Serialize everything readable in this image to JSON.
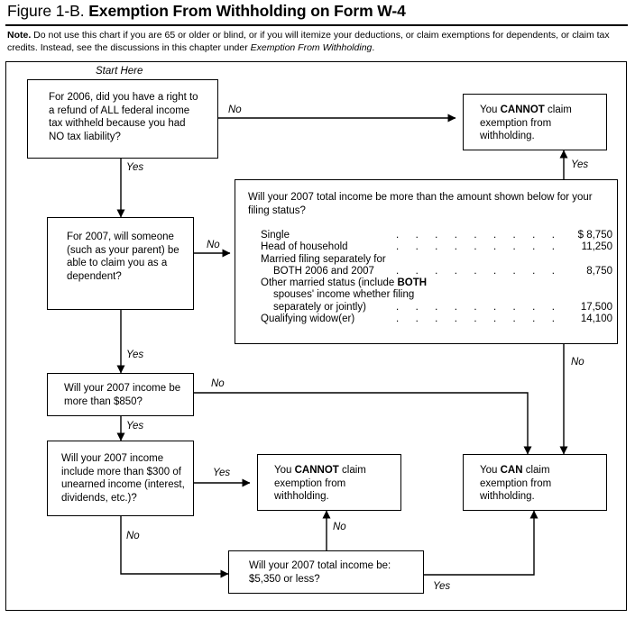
{
  "header": {
    "figure_label": "Figure 1-B.",
    "title": "Exemption From Withholding on Form W-4",
    "note_label": "Note.",
    "note_text_1": " Do not use this chart if you are 65 or older or blind, or if you will itemize your deductions, or claim exemptions for dependents, or claim tax credits. Instead, see the discussions in this chapter under ",
    "note_italic": "Exemption From Withholding",
    "note_text_2": "."
  },
  "flowchart": {
    "start_label": "Start Here",
    "boxes": {
      "q1": {
        "id": "q1",
        "text": "For 2006, did you have a right to a refund of ALL federal income tax withheld because you had NO tax liability?"
      },
      "q2": {
        "id": "q2",
        "text": "For 2007, will someone (such as your parent) be able to claim you as a dependent?"
      },
      "q3": {
        "id": "q3",
        "text": "Will your 2007 income be more than $850?"
      },
      "q4": {
        "id": "q4",
        "text": "Will your 2007 income include more than $300 of unearned income (interest, dividends, etc.)?"
      },
      "q5": {
        "id": "q5",
        "line1": "Will your 2007 total income be:",
        "line2": "$5,350 or less?"
      },
      "income_table": {
        "question": "Will your 2007 total income be more than the amount shown below for your filing status?",
        "rows": [
          {
            "label": "Single",
            "indent": false,
            "dots": true,
            "amount": "$ 8,750"
          },
          {
            "label": "Head of household",
            "indent": false,
            "dots": true,
            "amount": "11,250"
          },
          {
            "label": "Married filing separately for",
            "indent": false,
            "dots": false,
            "amount": ""
          },
          {
            "label": "BOTH 2006 and 2007",
            "indent": true,
            "dots": true,
            "amount": "8,750"
          },
          {
            "label": "Other married status (include BOTH",
            "indent": false,
            "dots": false,
            "amount": "",
            "bold_tail": "BOTH"
          },
          {
            "label": "spouses' income whether filing",
            "indent": true,
            "dots": false,
            "amount": ""
          },
          {
            "label": "separately or jointly)",
            "indent": true,
            "dots": true,
            "amount": "17,500"
          },
          {
            "label": "Qualifying widow(er)",
            "indent": false,
            "dots": true,
            "amount": "14,100"
          }
        ]
      },
      "cannot_top": {
        "pre": "You ",
        "strong": "CANNOT",
        "post": " claim exemption from withholding."
      },
      "cannot_bottom": {
        "pre": "You ",
        "strong": "CANNOT",
        "post": " claim exemption from withholding."
      },
      "can_result": {
        "pre": "You ",
        "strong": "CAN",
        "post": " claim exemption from withholding."
      }
    },
    "edge_labels": {
      "q1_no": "No",
      "q1_yes": "Yes",
      "q2_no": "No",
      "q2_yes": "Yes",
      "table_yes": "Yes",
      "table_no": "No",
      "q3_no": "No",
      "q3_yes": "Yes",
      "q4_yes": "Yes",
      "q4_no": "No",
      "q5_no": "No",
      "q5_yes": "Yes"
    }
  },
  "colors": {
    "line": "#000000",
    "background": "#ffffff",
    "text": "#000000"
  }
}
